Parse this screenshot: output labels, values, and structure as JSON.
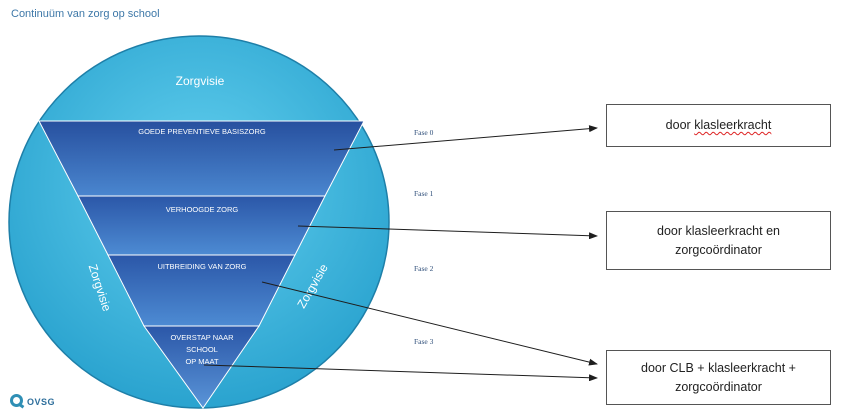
{
  "title": "Continuüm van zorg op school",
  "circle_labels": {
    "top": "Zorgvisie",
    "left": "Zorgvisie",
    "right": "Zorgvisie"
  },
  "levels": [
    "GOEDE PREVENTIEVE BASISZORG",
    "VERHOOGDE ZORG",
    "UITBREIDING VAN ZORG",
    [
      "OVERSTAP NAAR",
      "SCHOOL",
      "OP MAAT"
    ]
  ],
  "phases": [
    "Fase 0",
    "Fase 1",
    "Fase 2",
    "Fase 3"
  ],
  "boxes": [
    [
      "door",
      "klasleerkracht"
    ],
    [
      "door klasleerkracht en",
      "zorgcoördinator"
    ],
    [
      "door CLB + klasleerkracht +",
      "zorgcoördinator"
    ]
  ],
  "logo": {
    "mark": "Q",
    "text": "OVSG"
  },
  "colors": {
    "circle": "#3fb6dc",
    "triangle_dark": "#2a54a8",
    "triangle_light": "#5f96d6",
    "text_light": "#ffffff",
    "phase": "#2f4f7a"
  }
}
